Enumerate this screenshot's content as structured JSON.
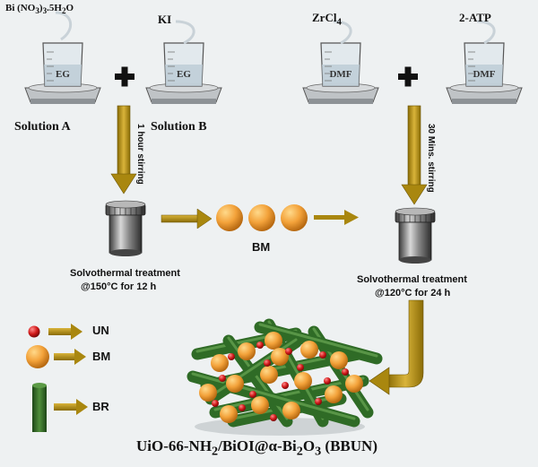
{
  "reagents": {
    "bi_prefix": "Bi (NO",
    "bi_sub1": "3",
    "bi_mid": ")",
    "bi_sub2": "3",
    "bi_suffix": ".5H",
    "bi_sub3": "2",
    "bi_end": "O",
    "ki": "KI",
    "zr": "ZrCl",
    "zr_sub": "4",
    "atp": "2-ATP"
  },
  "beakers": {
    "a_solvent": "EG",
    "b_solvent": "EG",
    "c_solvent": "DMF",
    "d_solvent": "DMF"
  },
  "solutions": {
    "a": "Solution A",
    "b": "Solution B"
  },
  "steps": {
    "stir_left": "1 hour stirring",
    "stir_right": "30 Mins. stirring",
    "bm_center": "BM",
    "solvo_left_1": "Solvothermal treatment",
    "solvo_left_2": "@150°C for 12 h",
    "solvo_right_1": "Solvothermal  treatment",
    "solvo_right_2": "@120°C for 24 h"
  },
  "legend": {
    "un": "UN",
    "bm": "BM",
    "br": "BR"
  },
  "product": {
    "p1": "UiO-66-NH",
    "p1_sub": "2",
    "p2": "/BiOI@α-Bi",
    "p2_sub": "2",
    "p3": "O",
    "p3_sub": "3",
    "p4": " (BBUN)"
  },
  "colors": {
    "arrow": "#a9870f",
    "sphere": "#f3a23a",
    "rod": "#2f6b26",
    "dot": "#d01818"
  }
}
